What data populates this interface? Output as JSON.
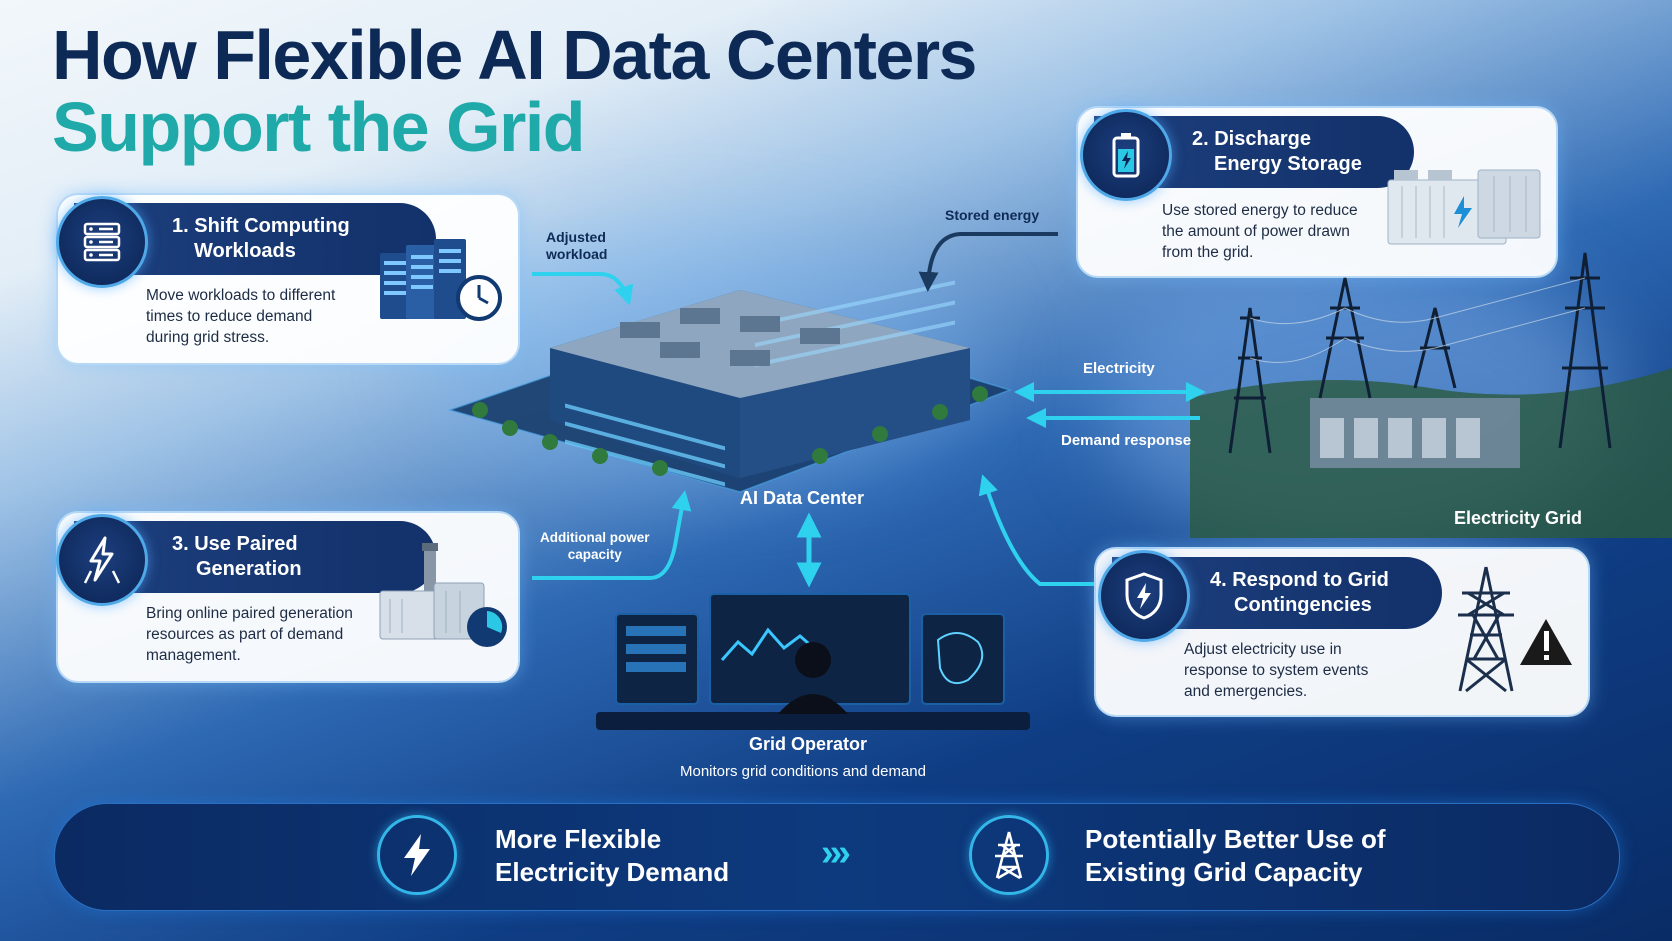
{
  "title": {
    "line1": "How Flexible AI Data Centers",
    "line2": "Support the Grid"
  },
  "cards": [
    {
      "title_line1": "1. Shift Computing",
      "title_line2": "Workloads",
      "icon": "server-icon",
      "desc": [
        "Move workloads to different",
        "times to reduce demand",
        "during grid stress."
      ]
    },
    {
      "title_line1": "2. Discharge",
      "title_line2": "Energy Storage",
      "icon": "battery-icon",
      "desc": [
        "Use stored energy to reduce",
        "the amount of power drawn",
        "from the grid."
      ]
    },
    {
      "title_line1": "3. Use Paired",
      "title_line2": "Generation",
      "icon": "lightning-power-icon",
      "desc": [
        "Bring online paired generation",
        "resources as part of demand",
        "management."
      ]
    },
    {
      "title_line1": "4. Respond to Grid",
      "title_line2": "Contingencies",
      "icon": "shield-lightning-icon",
      "desc": [
        "Adjust electricity use in",
        "response to system events",
        "and emergencies."
      ]
    }
  ],
  "flow_labels": {
    "adjusted_workload": [
      "Adjusted",
      "workload"
    ],
    "stored_energy": "Stored energy",
    "electricity": "Electricity",
    "demand_response": "Demand response",
    "additional_power": [
      "Additional power",
      "capacity"
    ]
  },
  "nodes": {
    "data_center": "AI Data Center",
    "grid": "Electricity Grid",
    "operator": "Grid Operator",
    "operator_sub": "Monitors grid conditions and demand"
  },
  "outcomes": [
    {
      "line1": "More Flexible",
      "line2": "Electricity Demand",
      "icon": "lightning-icon"
    },
    {
      "line1": "Potentially Better Use of",
      "line2": "Existing Grid Capacity",
      "icon": "transmission-tower-icon"
    }
  ],
  "outcome_separator": "›››",
  "colors": {
    "navy": "#0d2a57",
    "teal": "#1fa9a9",
    "accent": "#29c7e0",
    "warning": "#1a1a1a"
  }
}
